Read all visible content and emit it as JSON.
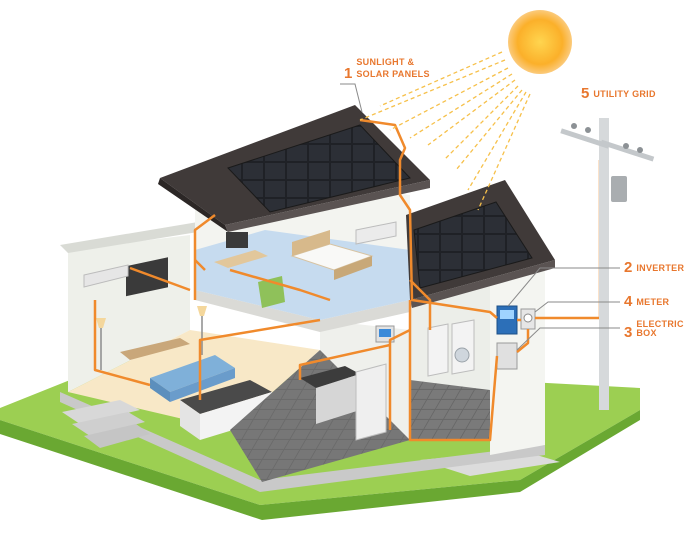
{
  "labels": {
    "sunlight": {
      "number": "1",
      "line1": "SUNLIGHT &",
      "line2": "SOLAR PANELS"
    },
    "inverter": {
      "number": "2",
      "text": "INVERTER"
    },
    "electric_box": {
      "number": "3",
      "text": "ELECTRIC BOX"
    },
    "meter": {
      "number": "4",
      "text": "METER"
    },
    "utility_grid": {
      "number": "5",
      "text": "UTILITY GRID"
    }
  },
  "colors": {
    "accent": "#e8772e",
    "wire": "#f08a2c",
    "sun": "#fbb02a",
    "grass": "#8cc63f",
    "roof": "#3e3837",
    "panel": "#25272c",
    "wall": "#f2f3ef",
    "floor_tile": "#6c6c6c"
  }
}
